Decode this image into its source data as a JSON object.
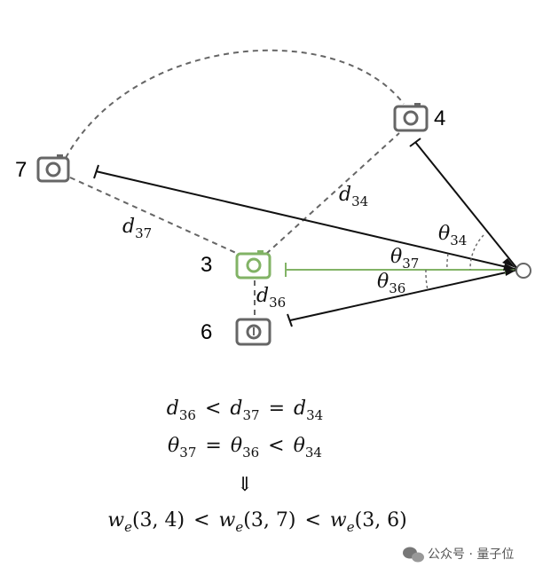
{
  "nodes": {
    "cam7": {
      "label": "7"
    },
    "cam4": {
      "label": "4"
    },
    "cam3": {
      "label": "3"
    },
    "cam6": {
      "label": "6"
    }
  },
  "distance_labels": {
    "d34": {
      "sym": "d",
      "sub": "34"
    },
    "d37": {
      "sym": "d",
      "sub": "37"
    },
    "d36": {
      "sym": "d",
      "sub": "36"
    }
  },
  "angle_labels": {
    "t34": {
      "sym": "θ",
      "sub": "34"
    },
    "t37": {
      "sym": "θ",
      "sub": "37"
    },
    "t36": {
      "sym": "θ",
      "sub": "36"
    }
  },
  "equations": {
    "line1": {
      "a": "d",
      "a_sub": "36",
      "op1": "<",
      "b": "d",
      "b_sub": "37",
      "op2": "=",
      "c": "d",
      "c_sub": "34"
    },
    "line2": {
      "a": "θ",
      "a_sub": "37",
      "op1": "=",
      "b": "θ",
      "b_sub": "36",
      "op2": "<",
      "c": "θ",
      "c_sub": "34"
    },
    "implies": "⇓",
    "line4": {
      "w": "w",
      "w_sub": "e",
      "t1": "(3, 4)",
      "op1": "<",
      "t2": "(3, 7)",
      "op2": "<",
      "t3": "(3, 6)"
    }
  },
  "watermark": {
    "text": "公众号 · 量子位"
  },
  "colors": {
    "camera_gray": "#666666",
    "camera_green": "#82b366",
    "ray_green": "#82b366",
    "dashed": "#666666"
  },
  "icons": {
    "camera": "camera-icon",
    "target": "target-circle-icon",
    "wechat": "wechat-icon"
  }
}
